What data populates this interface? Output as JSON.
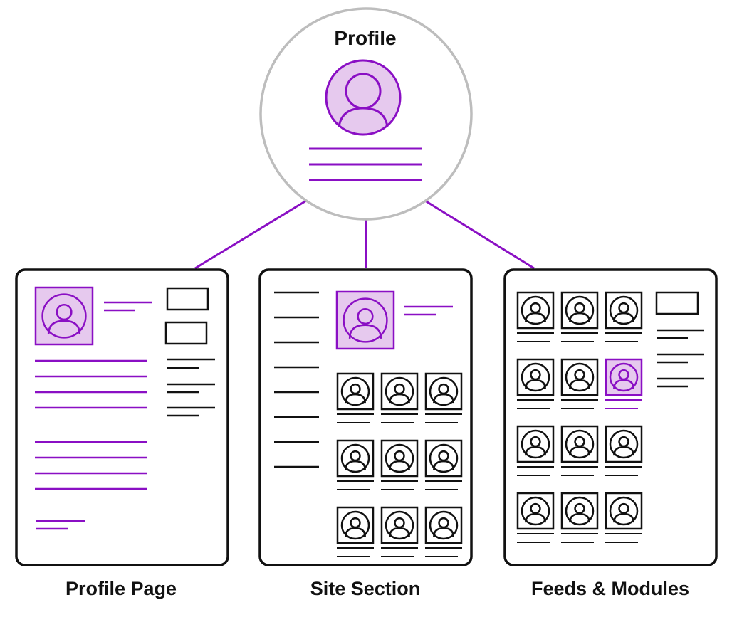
{
  "diagram": {
    "hub": {
      "title": "Profile",
      "icon": "user-avatar-icon"
    },
    "panels": [
      {
        "id": "profile-page",
        "label": "Profile Page"
      },
      {
        "id": "site-section",
        "label": "Site Section"
      },
      {
        "id": "feeds-modules",
        "label": "Feeds & Modules"
      }
    ],
    "colors": {
      "accent": "#8a0fc4",
      "accent_fill": "#e6c9ee",
      "hub_outline": "#bdbdbd",
      "ink": "#111111",
      "background": "#ffffff"
    }
  }
}
